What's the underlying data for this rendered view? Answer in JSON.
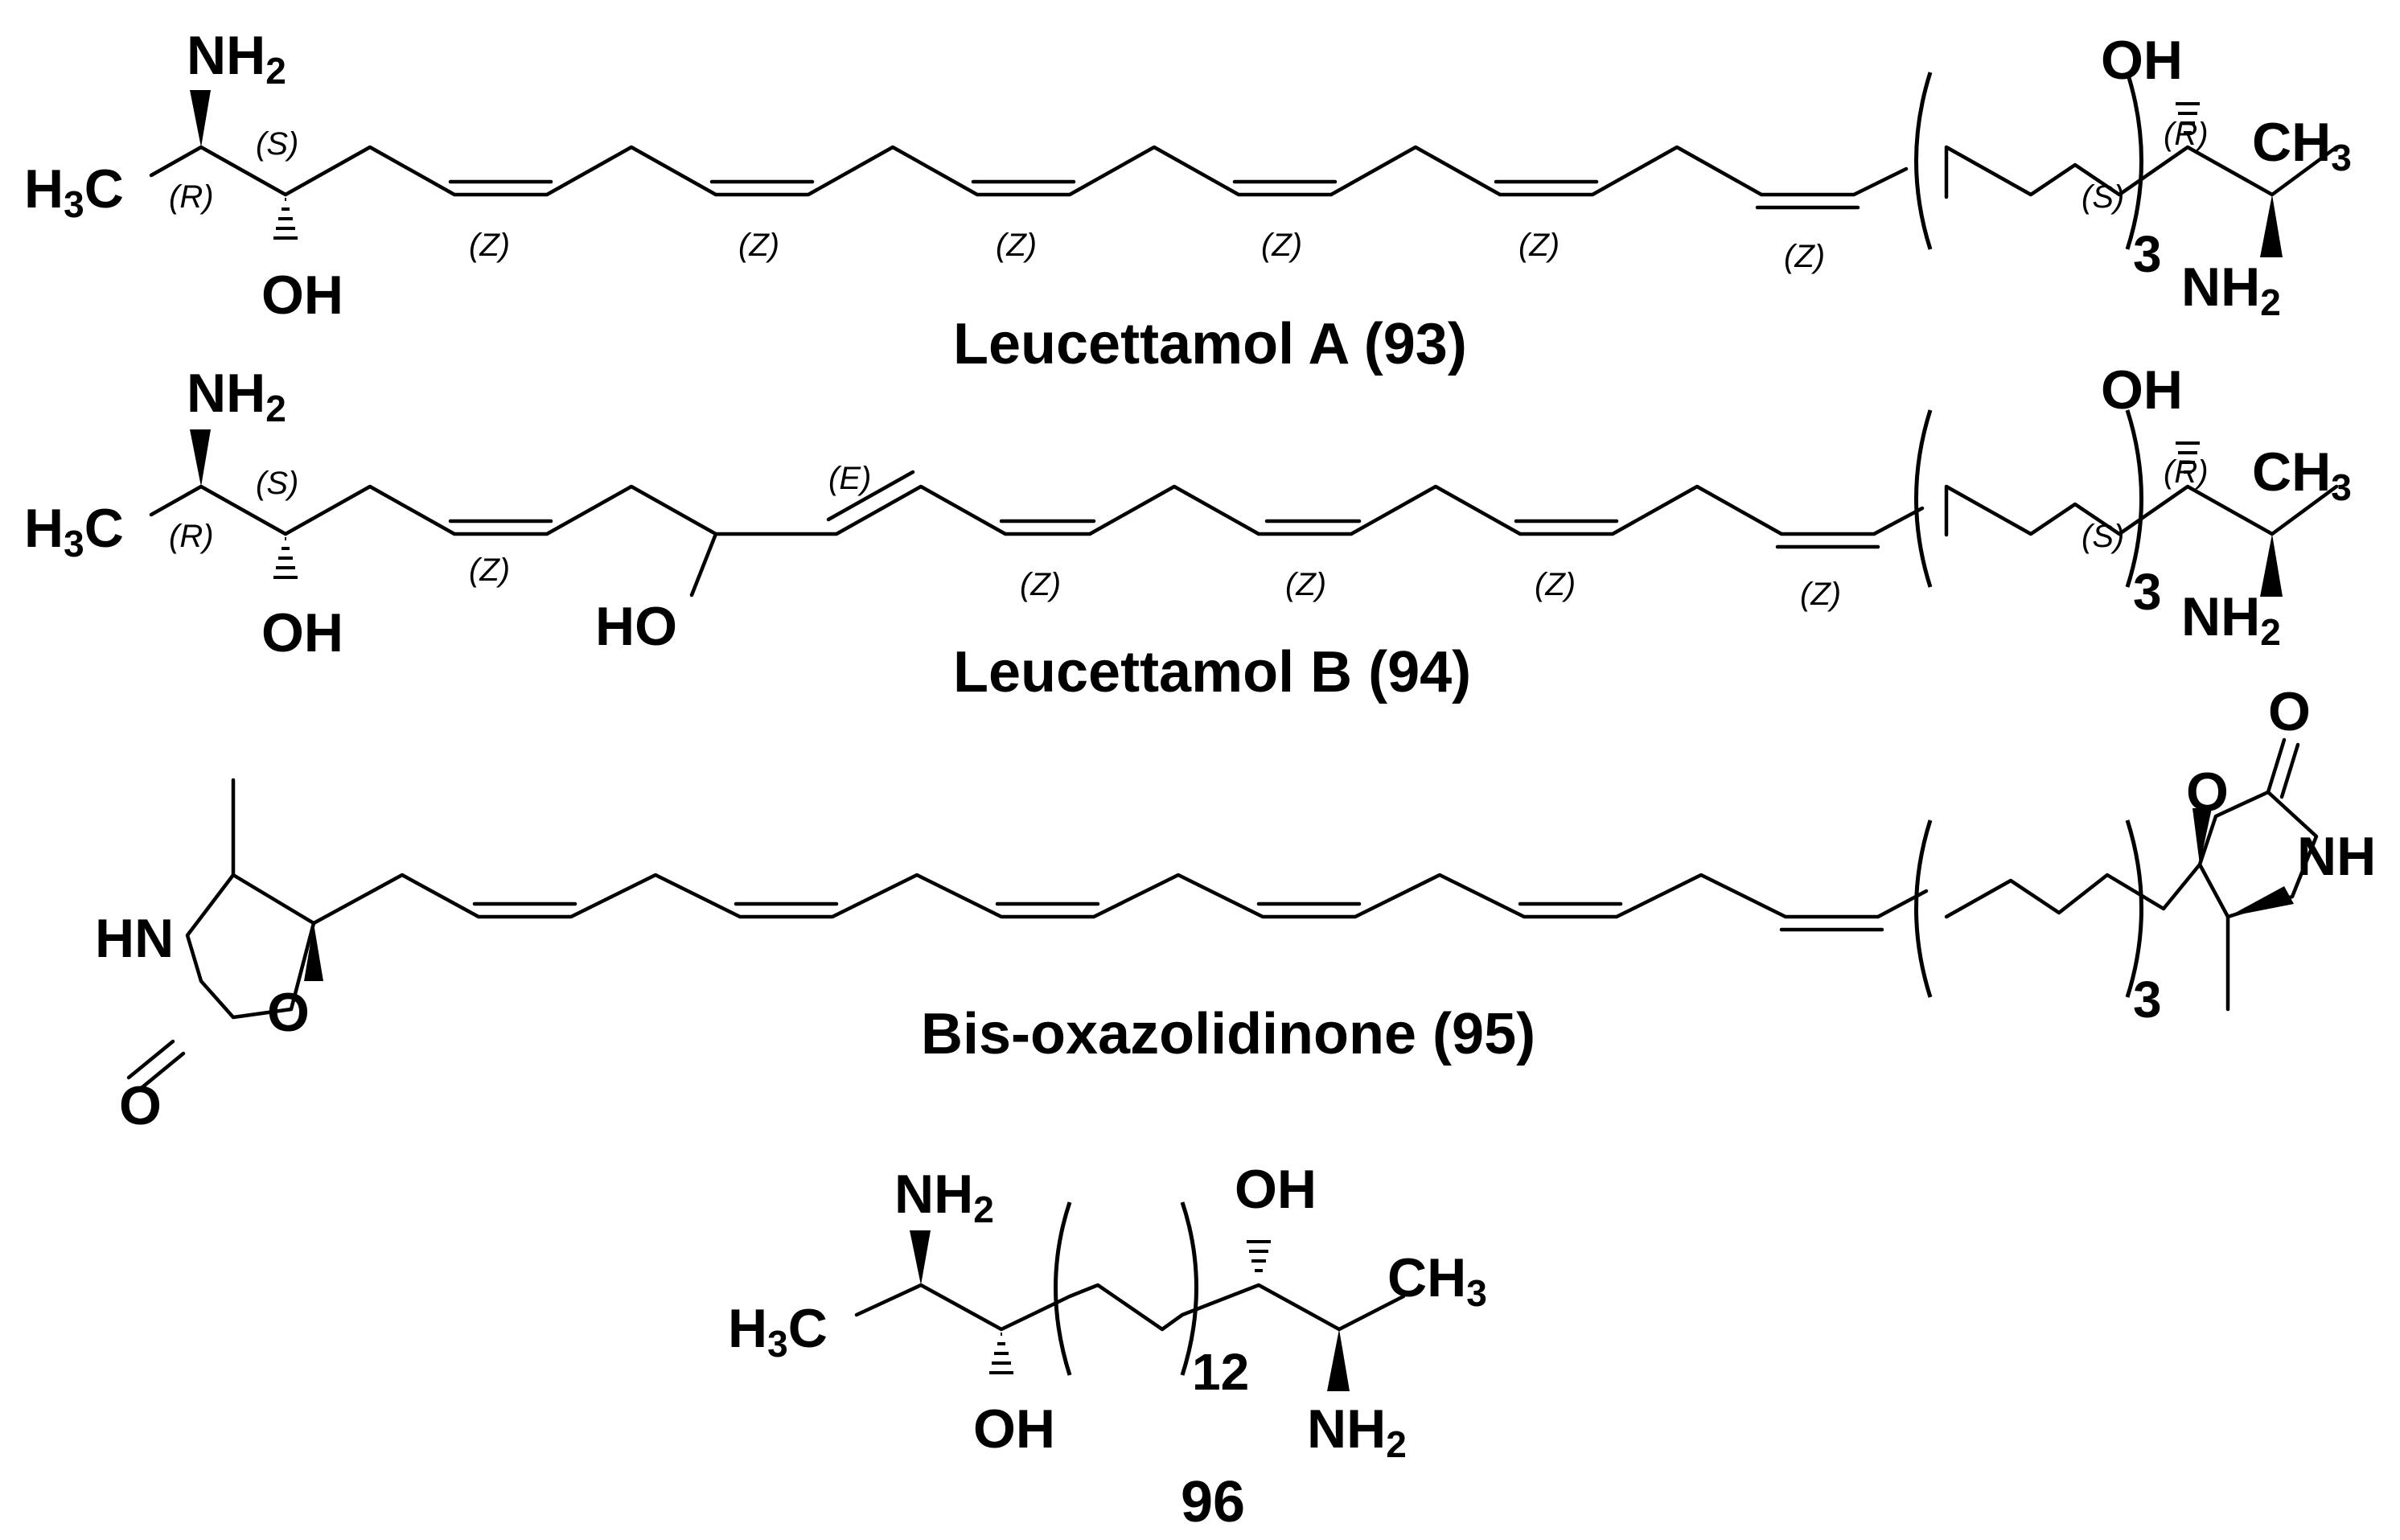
{
  "compounds": {
    "c93": {
      "name": "Leucettamol A (93)",
      "left": {
        "amine": "NH",
        "amine_sub": "2",
        "methyl": "H",
        "methyl_sub": "3",
        "methyl_tail": "C",
        "hydroxyl": "OH",
        "stereo_r": "(R)",
        "stereo_s": "(S)"
      },
      "double_bond_labels": [
        "(Z)",
        "(Z)",
        "(Z)",
        "(Z)",
        "(Z)",
        "(Z)"
      ],
      "repeat": "3",
      "right": {
        "hydroxyl": "OH",
        "methyl": "CH",
        "methyl_sub": "3",
        "amine": "NH",
        "amine_sub": "2",
        "stereo_r": "(R)",
        "stereo_s": "(S)"
      }
    },
    "c94": {
      "name": "Leucettamol B (94)",
      "left": {
        "amine": "NH",
        "amine_sub": "2",
        "methyl": "H",
        "methyl_sub": "3",
        "methyl_tail": "C",
        "hydroxyl": "OH",
        "stereo_r": "(R)",
        "stereo_s": "(S)"
      },
      "mid_hydroxyl": "HO",
      "e_label": "(E)",
      "double_bond_labels": [
        "(Z)",
        "(Z)",
        "(Z)",
        "(Z)",
        "(Z)"
      ],
      "repeat": "3",
      "right": {
        "hydroxyl": "OH",
        "methyl": "CH",
        "methyl_sub": "3",
        "amine": "NH",
        "amine_sub": "2",
        "stereo_r": "(R)",
        "stereo_s": "(S)"
      }
    },
    "c95": {
      "name": "Bis-oxazolidinone (95)",
      "left_ring": {
        "nh": "HN",
        "o_ring": "O",
        "o_carbonyl": "O"
      },
      "repeat": "3",
      "right_ring": {
        "nh": "NH",
        "o_ring": "O",
        "o_carbonyl": "O"
      }
    },
    "c96": {
      "name": "96",
      "amine_left": "NH",
      "amine_left_sub": "2",
      "methyl_left": "H",
      "methyl_left_sub": "3",
      "methyl_left_tail": "C",
      "hydroxyl_left": "OH",
      "repeat": "12",
      "hydroxyl_right": "OH",
      "methyl_right": "CH",
      "methyl_right_sub": "3",
      "amine_right": "NH",
      "amine_right_sub": "2"
    }
  }
}
